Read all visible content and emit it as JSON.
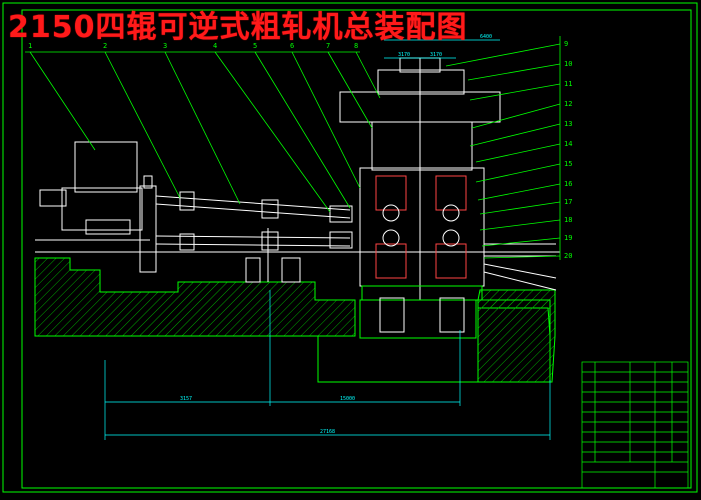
{
  "title": "2150四辊可逆式粗轧机总装配图",
  "colors": {
    "background": "#000000",
    "frame": "#00ff00",
    "title": "#ff1a1a",
    "leader": "#00ff00",
    "structure": "#ffffff",
    "foundation": "#00ff00",
    "dimension": "#00ffff",
    "accent": "#ff0000"
  },
  "part_numbers_top": [
    "1",
    "2",
    "3",
    "4",
    "5",
    "6",
    "7",
    "8"
  ],
  "part_numbers_right": [
    "9",
    "10",
    "11",
    "12",
    "13",
    "14",
    "15",
    "16",
    "17",
    "18",
    "19",
    "20"
  ],
  "dimensions": {
    "top_a": "3170",
    "top_b": "3170",
    "top_total": "6400",
    "bottom_a": "3157",
    "bottom_b": "15000",
    "bottom_total": "27168"
  }
}
